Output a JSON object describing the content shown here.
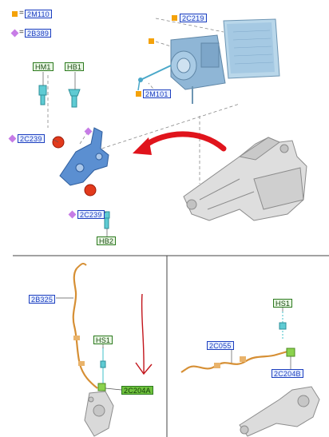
{
  "legend": [
    {
      "marker": "square",
      "label": "2M110"
    },
    {
      "marker": "diamond",
      "label": "2B389"
    }
  ],
  "legend_equals": "=",
  "labels": {
    "hm1": "HM1",
    "hb1": "HB1",
    "c2c219_top": "2C219",
    "m2m101": "2M101",
    "c2c239_left": "2C239",
    "c2c239_lower": "2C239",
    "hb2": "HB2",
    "b2b325": "2B325",
    "hs1_left": "HS1",
    "c2c204a": "2C204A",
    "hs1_right": "HS1",
    "c2c055": "2C055",
    "c2c204b": "2C204B"
  },
  "colors": {
    "square_marker": "#f4a20a",
    "diamond_marker": "#c77ce6",
    "blue_tag": "#1d3fbf",
    "green_tag": "#2c7a1e",
    "arrow_red": "#e0141c",
    "part_blue": "#5f8fc7",
    "part_orange": "#e07a2c"
  }
}
